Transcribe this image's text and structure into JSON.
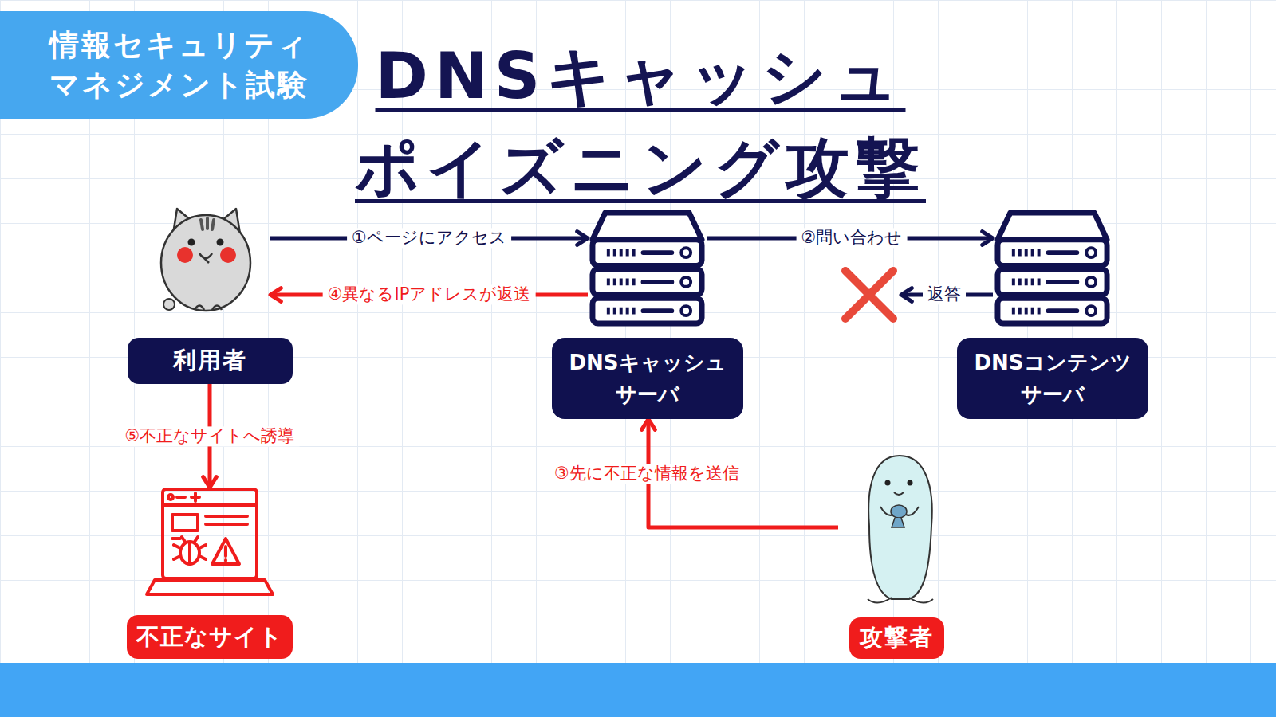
{
  "diagram": {
    "title": "DNSキャッシュ ポイズニング攻撃",
    "nodes": [
      {
        "text": [
          "情報セキュリティ マネジメント試験"
        ]
      },
      {
        "text": [
          "利用者"
        ]
      },
      {
        "text": [
          "DNSキャッシュ サーバ"
        ]
      },
      {
        "text": [
          "DNSコンテンツ サーバ"
        ]
      },
      {
        "text": [
          "不正なサイト"
        ]
      },
      {
        "text": [
          "攻撃者"
        ]
      }
    ],
    "edges": [
      {
        "from": 1,
        "to": 2,
        "arrow": "to",
        "label": "①ページにアクセス"
      },
      {
        "from": 2,
        "to": 3,
        "arrow": "to",
        "label": "②問い合わせ"
      },
      {
        "from": 5,
        "to": 2,
        "arrow": "to",
        "label": "③先に不正な情報を送信"
      },
      {
        "from": 2,
        "to": 1,
        "arrow": "to",
        "label": "④異なるIPアドレスが返送"
      },
      {
        "from": 1,
        "to": 4,
        "arrow": "to",
        "label": "⑤不正なサイトへ誘導"
      }
    ],
    "labels": [
      "返答"
    ]
  }
}
